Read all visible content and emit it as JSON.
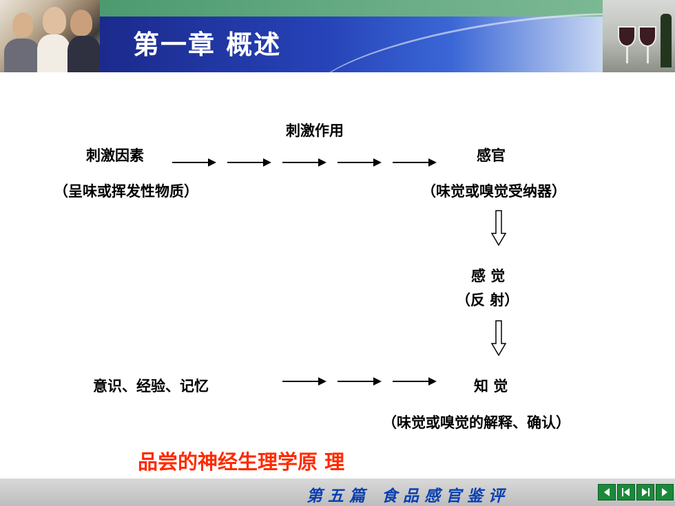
{
  "header": {
    "title": "第一章   概述",
    "left_image_icon": "people-photo",
    "right_image_icon": "wine-glasses-photo"
  },
  "diagram": {
    "stimulus_action_label": "刺激作用",
    "stimulus_factor": "刺激因素",
    "stimulus_factor_note": "（呈味或挥发性物质）",
    "sense_organ": "感官",
    "sense_organ_note": "（味觉或嗅觉受纳器）",
    "sensation": "感  觉",
    "sensation_note": "（反  射）",
    "consciousness": "意识、经验、记忆",
    "perception": "知 觉",
    "perception_note": "（味觉或嗅觉的解释、确认）"
  },
  "slide_subtitle": "品尝的神经生理学原 理",
  "footer": {
    "text": "第五篇  食品感官鉴评",
    "nav_buttons": [
      "previous-icon",
      "first-icon",
      "last-icon",
      "next-icon"
    ]
  },
  "colors": {
    "subtitle": "#ff2a00",
    "footer_text": "#0b3fb0",
    "nav_button": "#1a8a3a",
    "banner": "#2643b8"
  }
}
